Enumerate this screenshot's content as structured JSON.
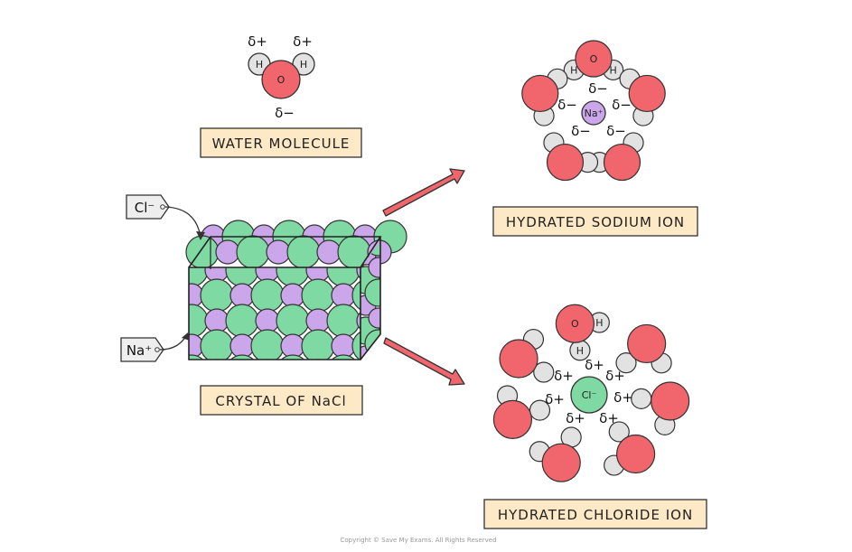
{
  "labels": {
    "water_molecule": "WATER MOLECULE",
    "crystal": "CRYSTAL OF NaCl",
    "hydrated_sodium": "HYDRATED SODIUM ION",
    "hydrated_chloride": "HYDRATED CHLORIDE ION"
  },
  "atoms": {
    "oxygen": "O",
    "hydrogen": "H"
  },
  "ions": {
    "sodium": "Na⁺",
    "chloride": "Cl⁻"
  },
  "tags": {
    "chloride": "Cl⁻",
    "sodium": "Na⁺"
  },
  "charges": {
    "delta_plus": "δ+",
    "delta_minus": "δ−"
  },
  "copyright": "Copyright © Save My Exams. All Rights Reserved",
  "colors": {
    "oxygen": "#f0666c",
    "hydrogen": "#e2e2e2",
    "sodium": "#cba6ea",
    "chloride": "#7fd9a2",
    "arrow": "#f0666c",
    "label_box": "#fde9c6"
  }
}
